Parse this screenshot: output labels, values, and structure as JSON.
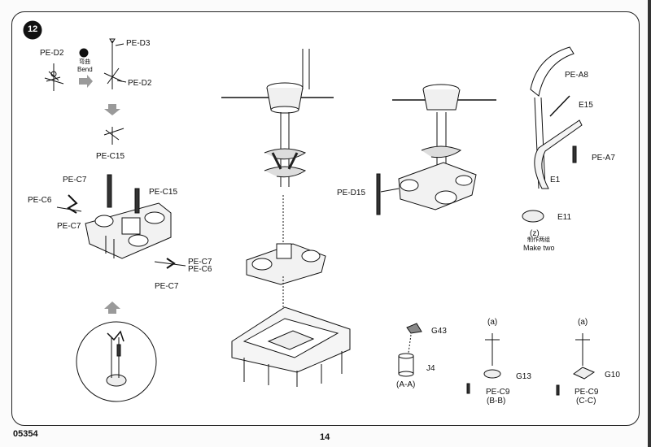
{
  "step_number": "12",
  "bend": {
    "label_cn": "弯曲",
    "label_en": "Bend"
  },
  "labels": {
    "pe_d2_left": "PE-D2",
    "pe_d3": "PE-D3",
    "pe_d2_right": "PE-D2",
    "pe_c15_top": "PE-C15",
    "pe_c15_right": "PE-C15",
    "pe_c7_a": "PE-C7",
    "pe_c6_left": "PE-C6",
    "pe_c7_b": "PE-C7",
    "pe_c7_c": "PE-C7",
    "pe_c6_right": "PE-C6",
    "pe_c7_d": "PE-C7",
    "pe_d15": "PE-D15",
    "pe_a8": "PE-A8",
    "e15": "E15",
    "pe_a7": "PE-A7",
    "e1": "E1",
    "e11": "E11",
    "z": "(z)",
    "make_two_cn": "制作两组",
    "make_two_en": "Make two",
    "g43": "G43",
    "j4": "J4",
    "aa": "(A-A)",
    "a1": "(a)",
    "g13": "G13",
    "pe_c9_b": "PE-C9",
    "bb": "(B-B)",
    "a2": "(a)",
    "g10": "G10",
    "pe_c9_c": "PE-C9",
    "cc": "(C-C)"
  },
  "footer": {
    "code": "05354",
    "page": "14"
  },
  "colors": {
    "ink": "#111111",
    "arrow": "#9a9a9a",
    "frame": "#222222"
  }
}
